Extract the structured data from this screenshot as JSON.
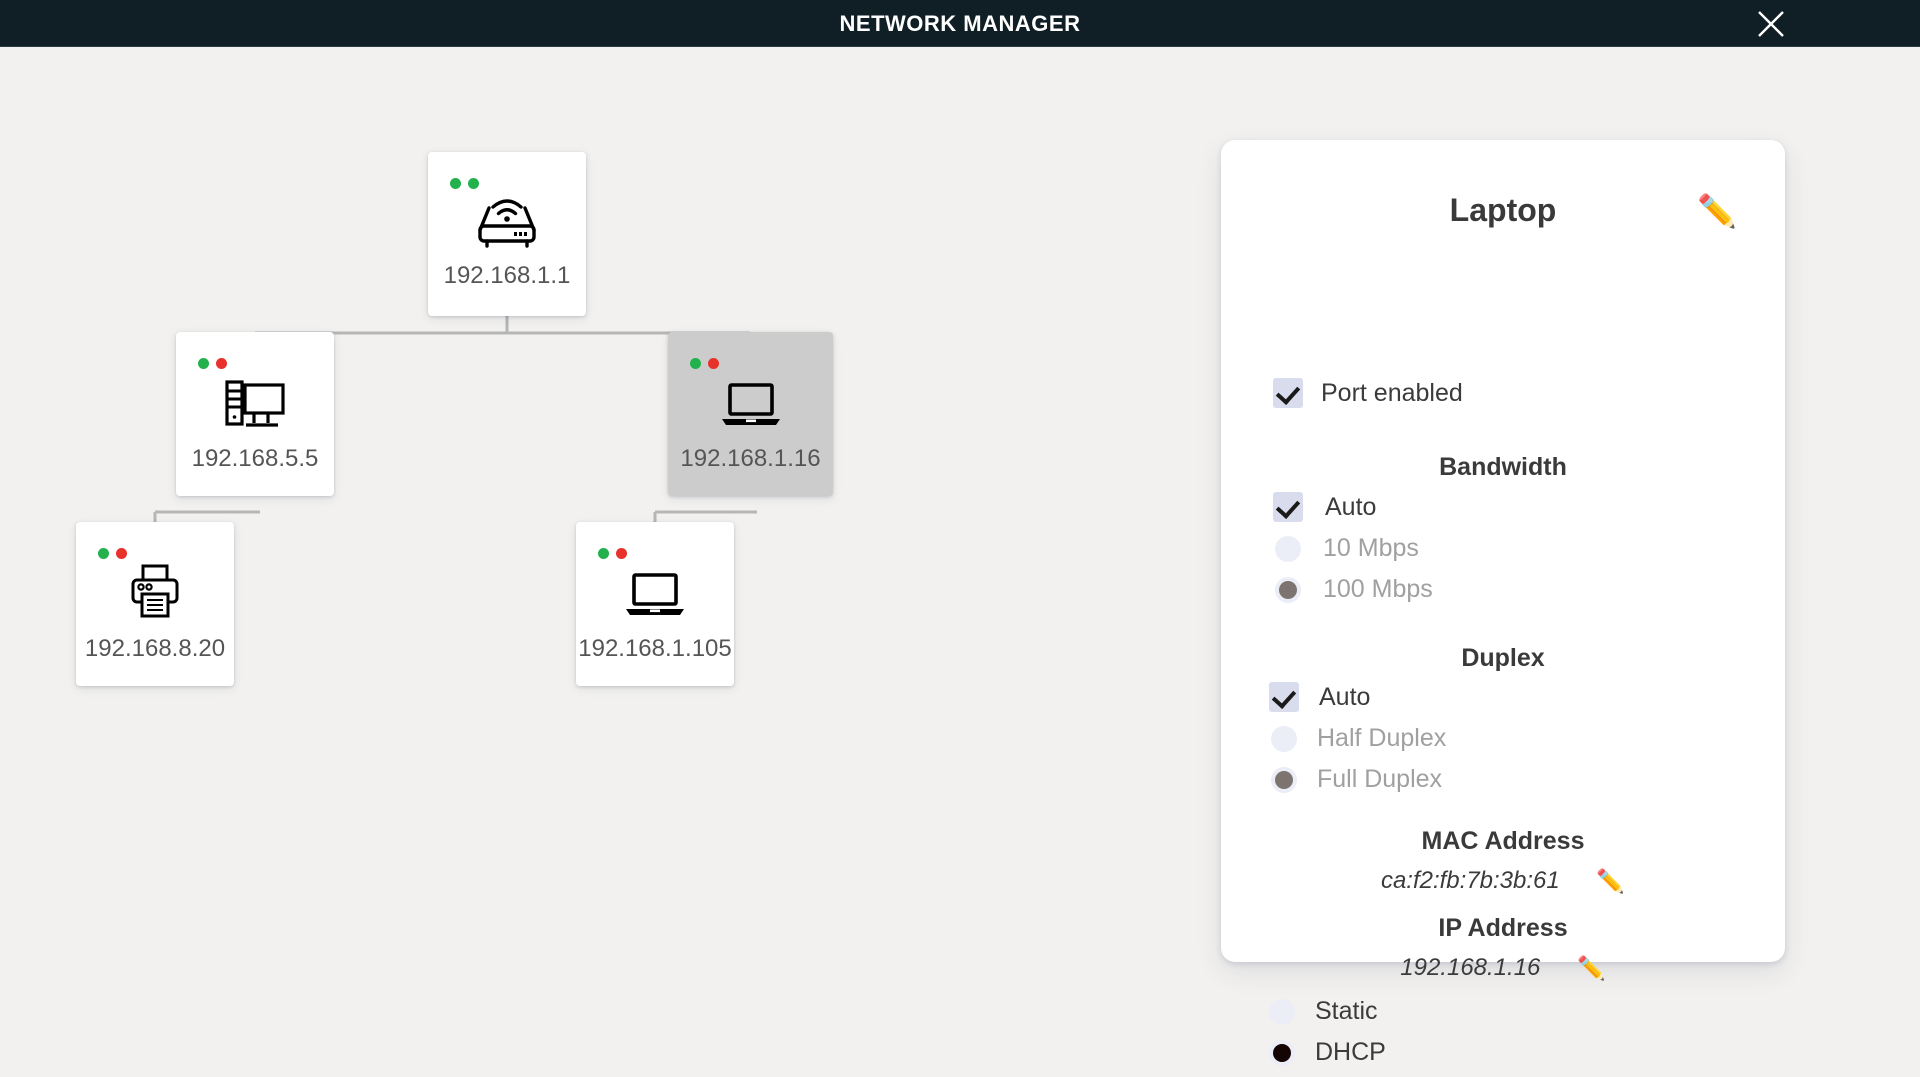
{
  "window": {
    "title": "NETWORK MANAGER",
    "close_icon": "close-x-icon",
    "titlebar_color": "#101e26",
    "background_color": "#f2f1ef"
  },
  "topology": {
    "edge_color": "#b6b6b6",
    "nodes": [
      {
        "id": "router",
        "icon": "router-wifi-icon",
        "label": "192.168.1.1",
        "status_dots": [
          "green",
          "green"
        ],
        "selected": false
      },
      {
        "id": "desktop",
        "icon": "desktop-computer-icon",
        "label": "192.168.5.5",
        "status_dots": [
          "green",
          "red"
        ],
        "selected": false
      },
      {
        "id": "laptop1",
        "icon": "laptop-icon",
        "label": "192.168.1.16",
        "status_dots": [
          "green",
          "red"
        ],
        "selected": true
      },
      {
        "id": "printer",
        "icon": "printer-icon",
        "label": "192.168.8.20",
        "status_dots": [
          "green",
          "red"
        ],
        "selected": false
      },
      {
        "id": "laptop2",
        "icon": "laptop-icon",
        "label": "192.168.1.105",
        "status_dots": [
          "green",
          "red"
        ],
        "selected": false
      }
    ]
  },
  "panel": {
    "title": "Laptop",
    "title_edit_icon": "✏️",
    "port_enabled": {
      "label": "Port enabled",
      "checked": true
    },
    "bandwidth": {
      "section_title": "Bandwidth",
      "auto_label": "Auto",
      "auto_checked": true,
      "options": [
        {
          "label": "10 Mbps",
          "selected": false
        },
        {
          "label": "100 Mbps",
          "selected": true
        }
      ]
    },
    "duplex": {
      "section_title": "Duplex",
      "auto_label": "Auto",
      "auto_checked": true,
      "options": [
        {
          "label": "Half Duplex",
          "selected": false
        },
        {
          "label": "Full Duplex",
          "selected": true
        }
      ]
    },
    "mac": {
      "title": "MAC Address",
      "value": "ca:f2:fb:7b:3b:61",
      "edit_icon": "✏️"
    },
    "ip": {
      "title": "IP Address",
      "value": "192.168.1.16",
      "edit_icon": "✏️"
    },
    "addressing": {
      "static_label": "Static",
      "static_selected": false,
      "dhcp_label": "DHCP",
      "dhcp_selected": true
    }
  },
  "colors": {
    "status_green": "#22b14c",
    "status_red": "#e8312a",
    "selected_node": "#cccccc",
    "checkbox_bg": "#d9dced",
    "radio_bg": "#eceef7",
    "radio_fill": "#7d7470",
    "radio_fill_dark": "#140404"
  }
}
